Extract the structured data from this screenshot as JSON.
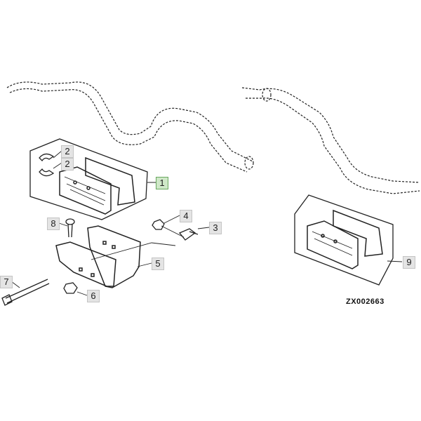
{
  "diagram": {
    "drawing_code": "ZX002663",
    "callouts": [
      "1",
      "2",
      "2",
      "3",
      "4",
      "5",
      "6",
      "7",
      "8",
      "9"
    ],
    "highlight_color": "#cfe8c8"
  }
}
